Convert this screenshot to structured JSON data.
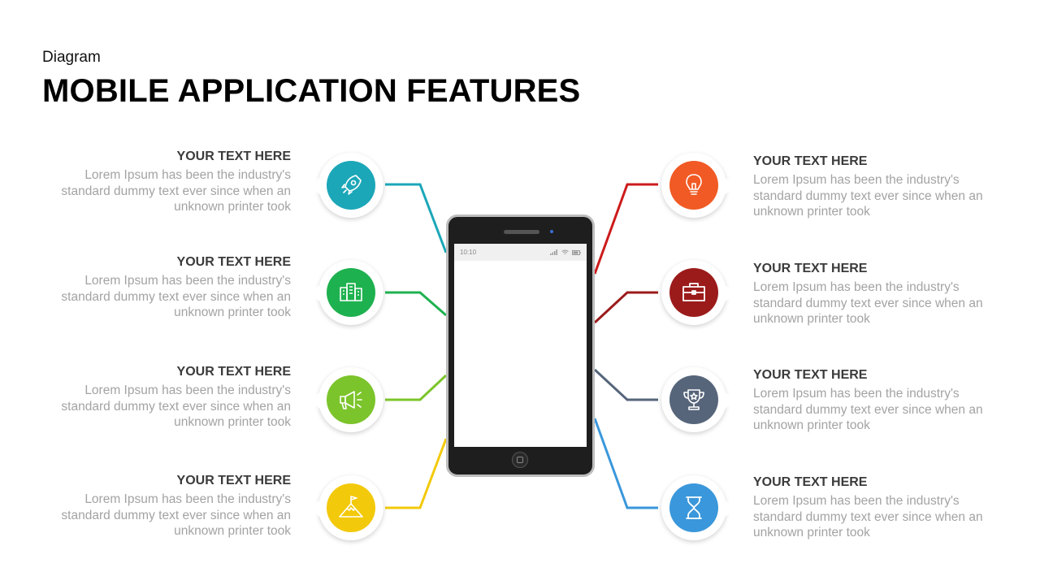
{
  "header": {
    "subtitle": "Diagram",
    "title": "MOBILE APPLICATION FEATURES"
  },
  "phone": {
    "status_time": "10:10"
  },
  "features_left": [
    {
      "heading": "YOUR TEXT HERE",
      "body": "Lorem Ipsum  has been the industry's standard dummy  text  ever since when an unknown  printer took",
      "icon": "rocket-icon",
      "color": "#1ba7b8"
    },
    {
      "heading": "YOUR TEXT HERE",
      "body": "Lorem Ipsum  has been the industry's standard dummy  text  ever since when an unknown  printer took",
      "icon": "buildings-icon",
      "color": "#1eb14f"
    },
    {
      "heading": "YOUR TEXT HERE",
      "body": "Lorem Ipsum  has been the industry's standard dummy  text  ever since when an unknown  printer took",
      "icon": "megaphone-icon",
      "color": "#7cc42b"
    },
    {
      "heading": "YOUR TEXT HERE",
      "body": "Lorem Ipsum  has been the industry's standard dummy  text  ever since when an unknown  printer took",
      "icon": "mountain-flag-icon",
      "color": "#f3c90b"
    }
  ],
  "features_right": [
    {
      "heading": "YOUR TEXT HERE",
      "body": "Lorem Ipsum  has been the industry's standard dummy  text  ever since when an unknown  printer took",
      "icon": "lightbulb-icon",
      "color": "#f15a24"
    },
    {
      "heading": "YOUR TEXT HERE",
      "body": "Lorem Ipsum  has been the industry's standard dummy  text  ever since when an unknown  printer took",
      "icon": "briefcase-icon",
      "color": "#9b1b1b"
    },
    {
      "heading": "YOUR TEXT HERE",
      "body": "Lorem Ipsum  has been the industry's standard dummy  text  ever since when an unknown  printer took",
      "icon": "trophy-icon",
      "color": "#56657a"
    },
    {
      "heading": "YOUR TEXT HERE",
      "body": "Lorem Ipsum  has been the industry's standard dummy  text  ever since when an unknown  printer took",
      "icon": "hourglass-icon",
      "color": "#3a97db"
    }
  ]
}
